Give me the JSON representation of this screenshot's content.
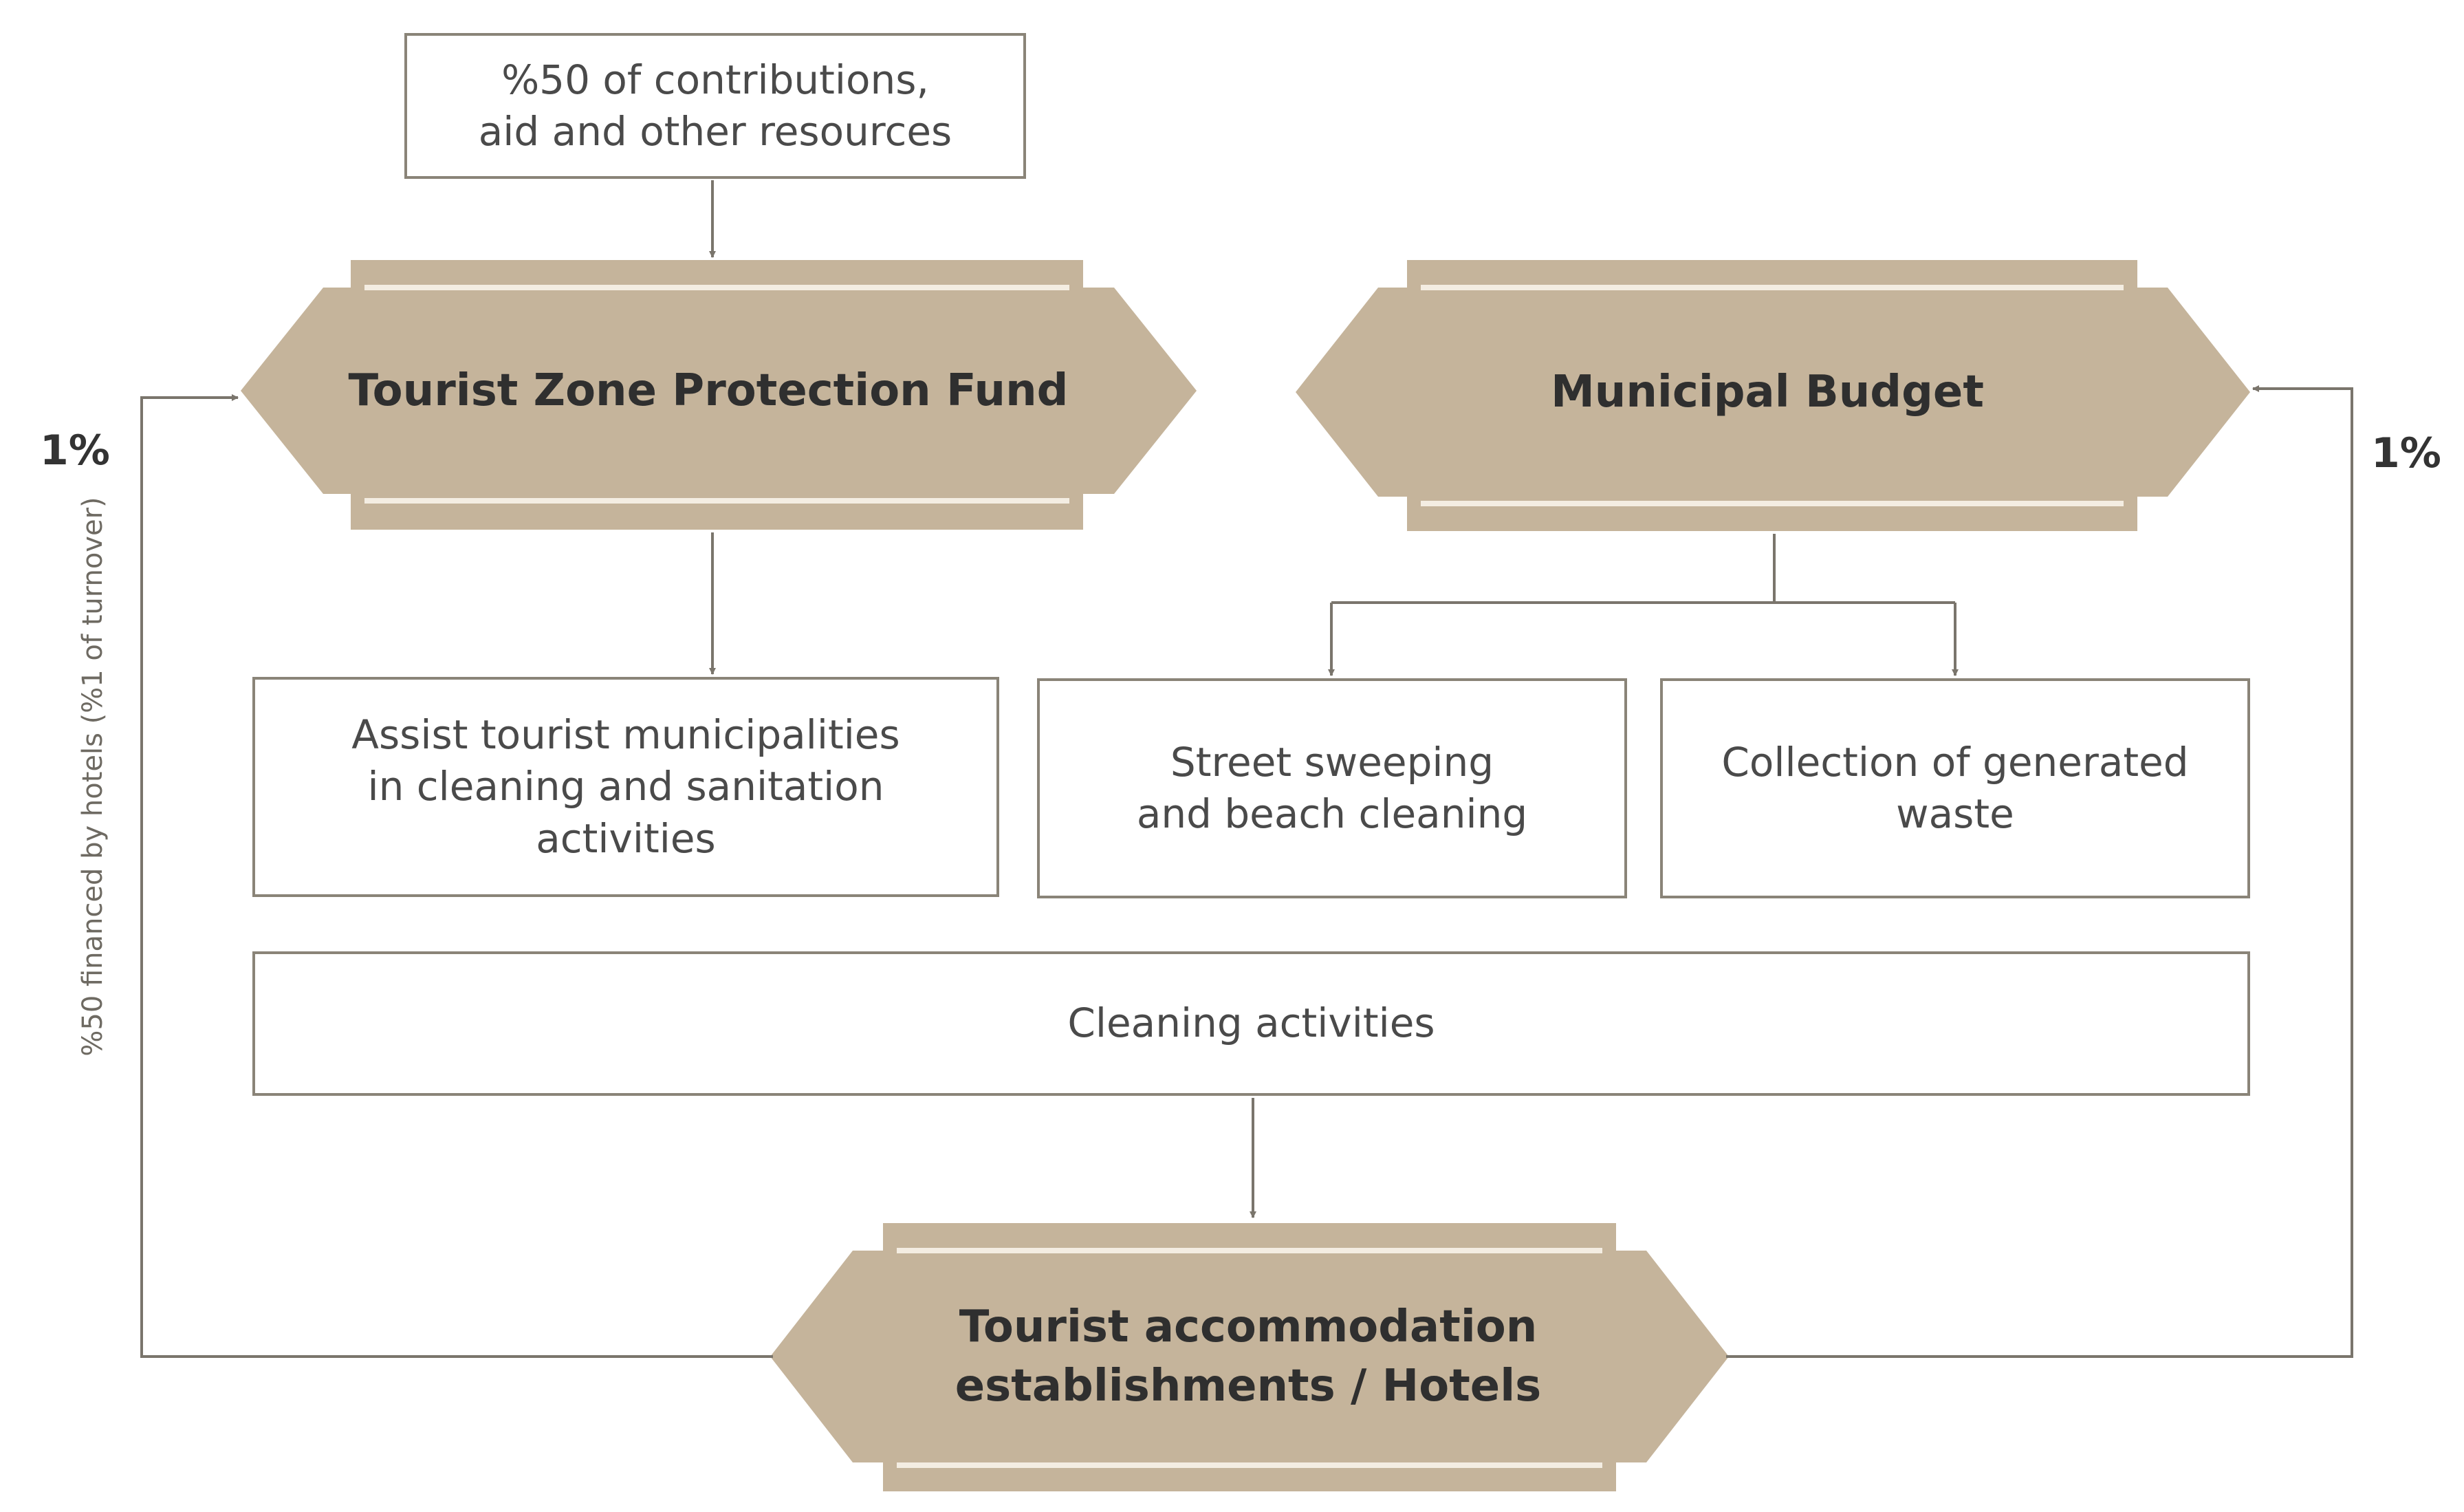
{
  "colors": {
    "hexagon_fill": "#c5b49b",
    "hexagon_line": "#f4ede2",
    "connector": "#7a756c",
    "box_border": "#8a8478"
  },
  "top_box": {
    "text": "%50 of contributions,\naid and other resources"
  },
  "fund": {
    "label": "Tourist Zone Protection Fund"
  },
  "budget": {
    "label": "Municipal Budget"
  },
  "hotels": {
    "label": "Tourist accommodation\nestablishments / Hotels"
  },
  "activities": [
    {
      "text": "Assist tourist municipalities\nin cleaning and sanitation\nactivities"
    },
    {
      "text": "Street sweeping\nand beach cleaning"
    },
    {
      "text": "Collection of generated\nwaste"
    }
  ],
  "cleaning": {
    "text": "Cleaning activities"
  },
  "left_percent": "1%",
  "right_percent": "1%",
  "left_vertical_label": "%50 financed by hotels (%1 of turnover)"
}
